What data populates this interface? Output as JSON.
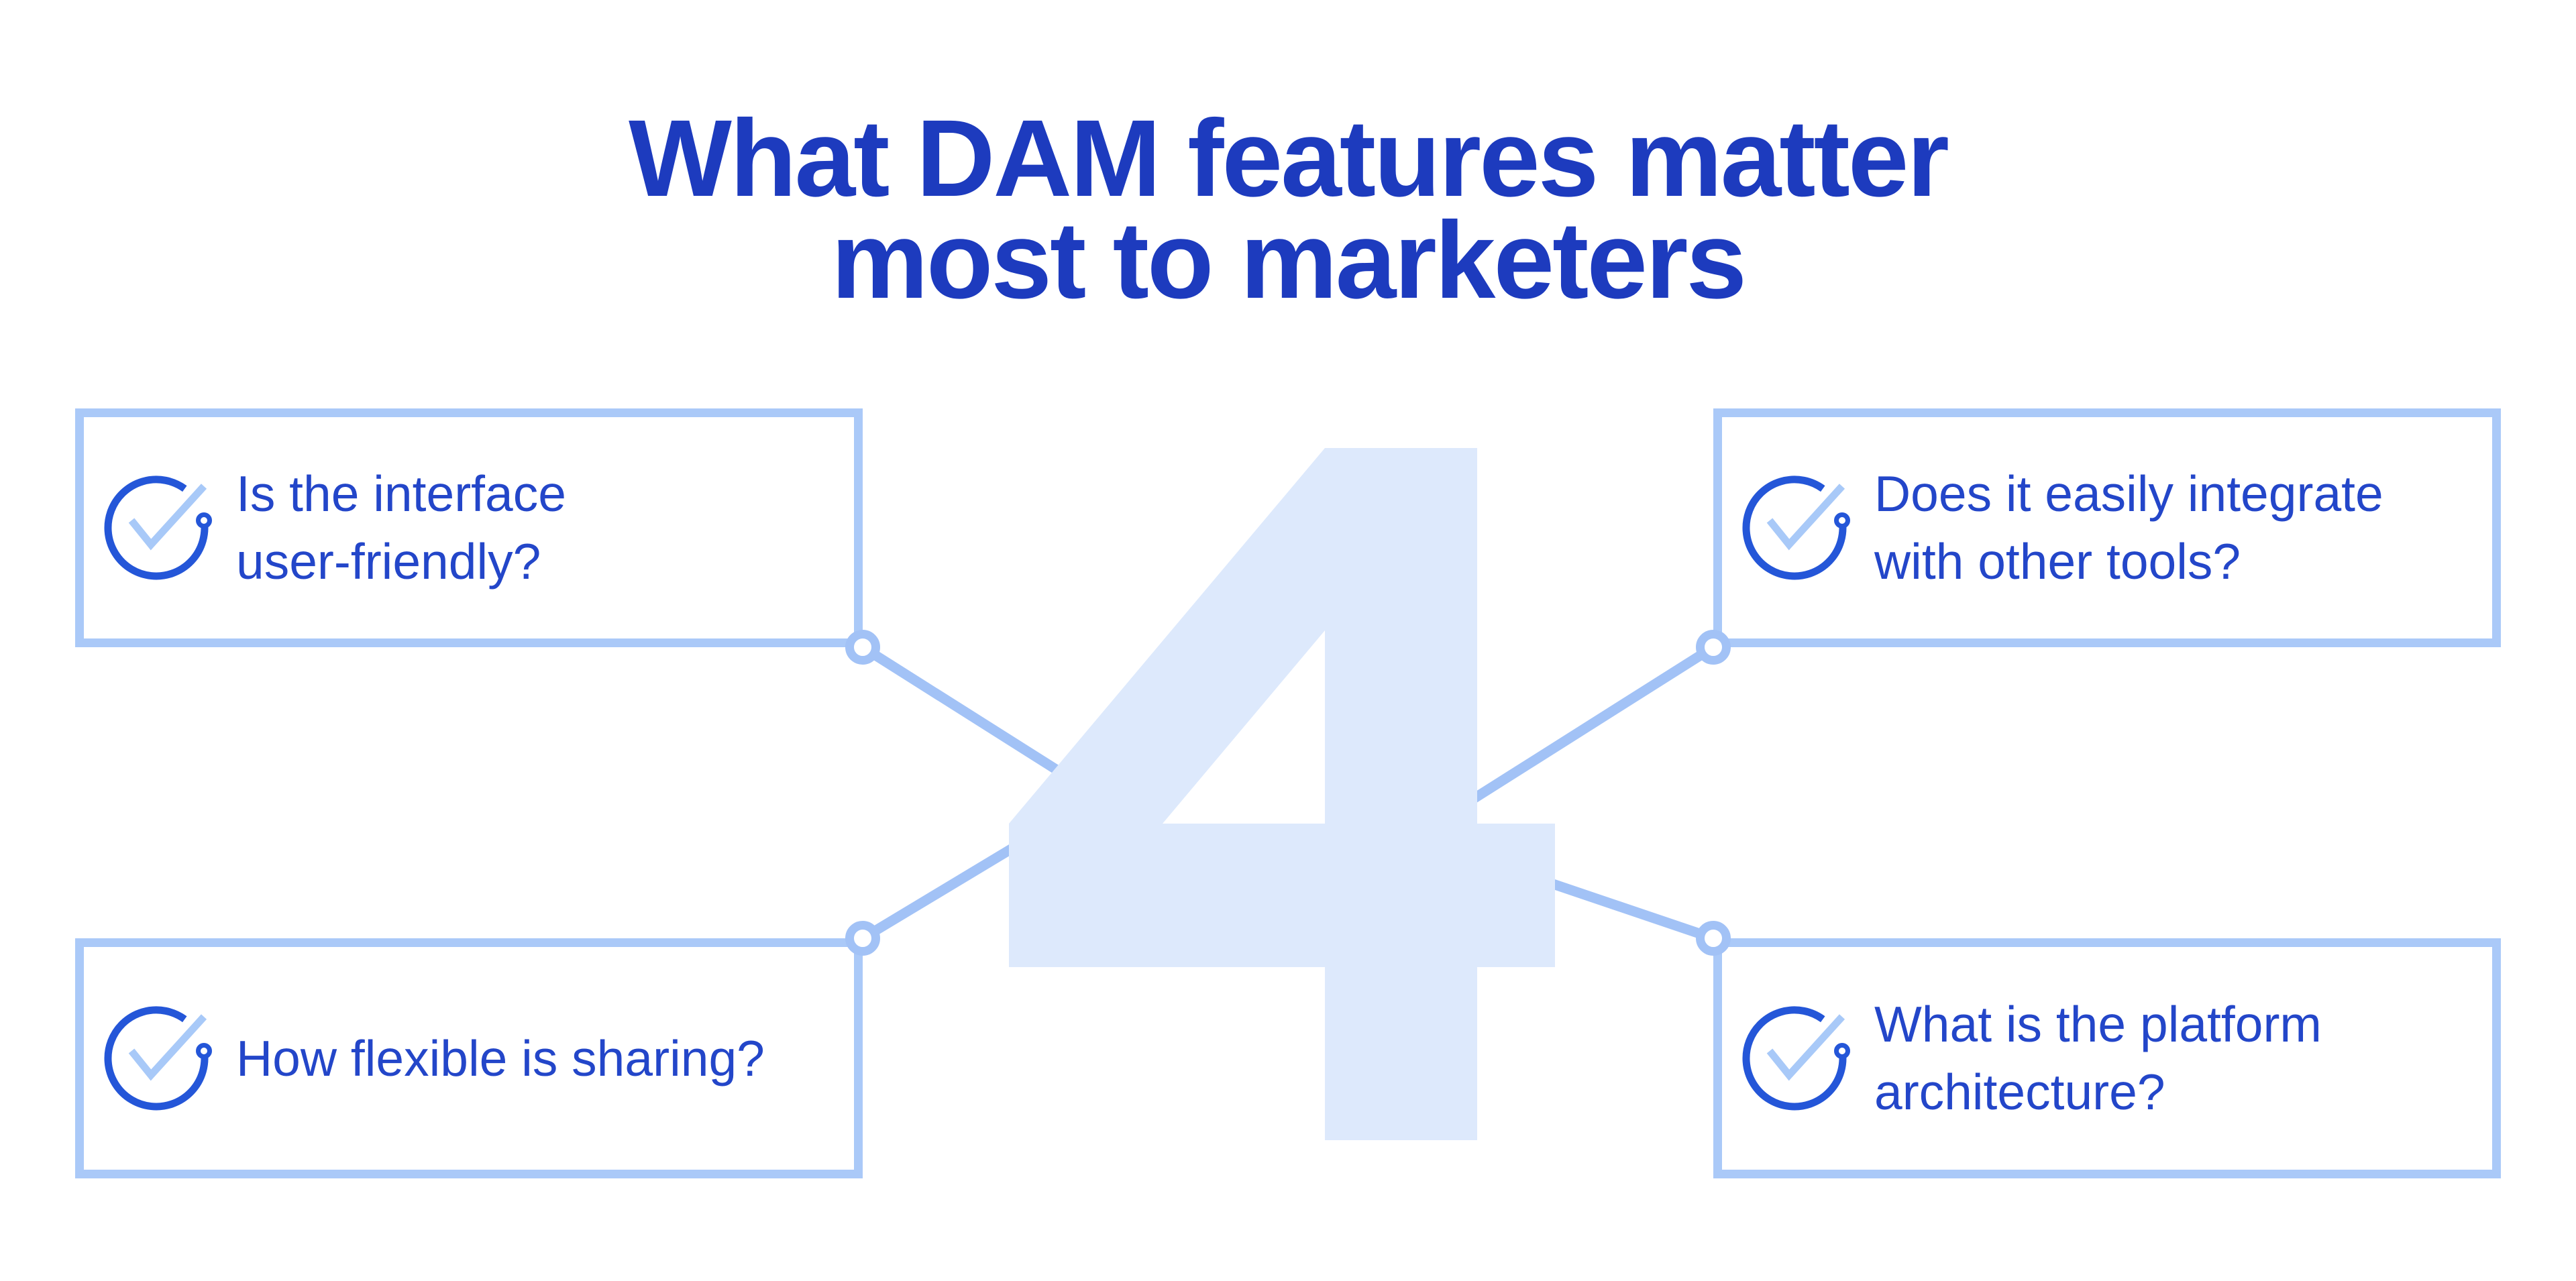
{
  "title": {
    "line1": "What DAM features matter",
    "line2": "most to marketers"
  },
  "center_number": "4",
  "cards": [
    {
      "position": "top-left",
      "icon": "check-circle-icon",
      "line1": "Is the interface",
      "line2": "user-friendly?"
    },
    {
      "position": "top-right",
      "icon": "check-circle-icon",
      "line1": "Does it easily integrate",
      "line2": "with other tools?"
    },
    {
      "position": "bottom-left",
      "icon": "check-circle-icon",
      "line1": "How flexible is sharing?",
      "line2": ""
    },
    {
      "position": "bottom-right",
      "icon": "check-circle-icon",
      "line1": "What is the platform",
      "line2": "architecture?"
    }
  ],
  "colors": {
    "title_blue": "#1d3bbe",
    "card_text_blue": "#2346c9",
    "icon_circle_blue": "#2456d8",
    "icon_check_light_blue": "#a8c9f8",
    "card_border_light_blue": "#aac9f8",
    "connector_light_blue": "#a2c2f6",
    "watermark_pale_blue": "#dde9fc",
    "background": "#ffffff"
  }
}
